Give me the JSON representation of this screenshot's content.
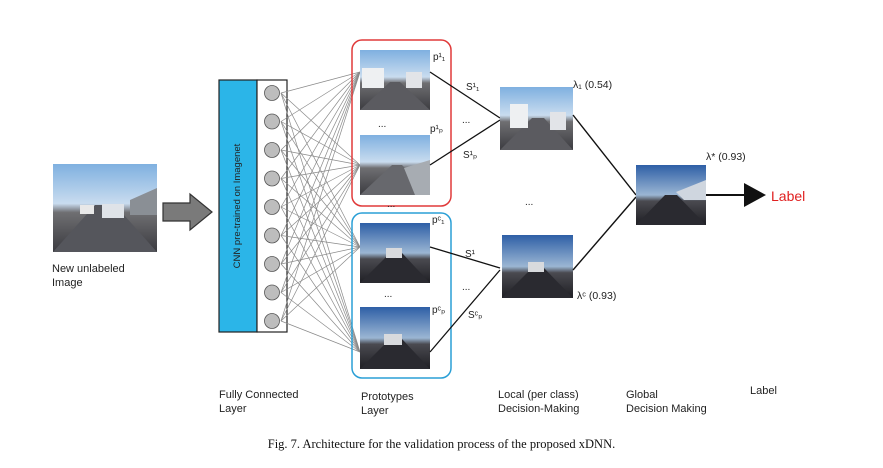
{
  "input": {
    "line1": "New unlabeled",
    "line2": "Image"
  },
  "cnn": {
    "label": "CNN pre-trained on Imagenet"
  },
  "prototypes_top": {
    "p1": "p¹₁",
    "pp": "p¹ₚ",
    "dots": "..."
  },
  "prototypes_bottom": {
    "p1": "pᶜ₁",
    "pp": "pᶜₚ",
    "dots": "...",
    "gap_dots": "..."
  },
  "scores_top": {
    "s1": "S¹₁",
    "sp": "S¹ₚ",
    "dots": "..."
  },
  "scores_bottom": {
    "s1": "S¹",
    "sp": "Sᶜₚ",
    "dots": "..."
  },
  "local": {
    "lambda1": "λ₁ (0.54)",
    "lambdac": "λᶜ (0.93)",
    "dots": "..."
  },
  "global": {
    "lambda_star": "λ* (0.93)"
  },
  "output": {
    "label": "Label"
  },
  "columns": {
    "fc": {
      "line1": "Fully Connected",
      "line2": "Layer"
    },
    "proto": {
      "line1": "Prototypes",
      "line2": "Layer"
    },
    "local": {
      "line1": "Local (per class)",
      "line2": "Decision-Making"
    },
    "global": {
      "line1": "Global",
      "line2": "Decision Making"
    },
    "label": {
      "line1": "Label"
    }
  },
  "caption": "Fig. 7.  Architecture for the validation process of the proposed xDNN.",
  "colors": {
    "cnn_fill": "#2bb5e8",
    "top_box": "#e03a3a",
    "bottom_box": "#2a9fd6",
    "label_red": "#e02020"
  }
}
